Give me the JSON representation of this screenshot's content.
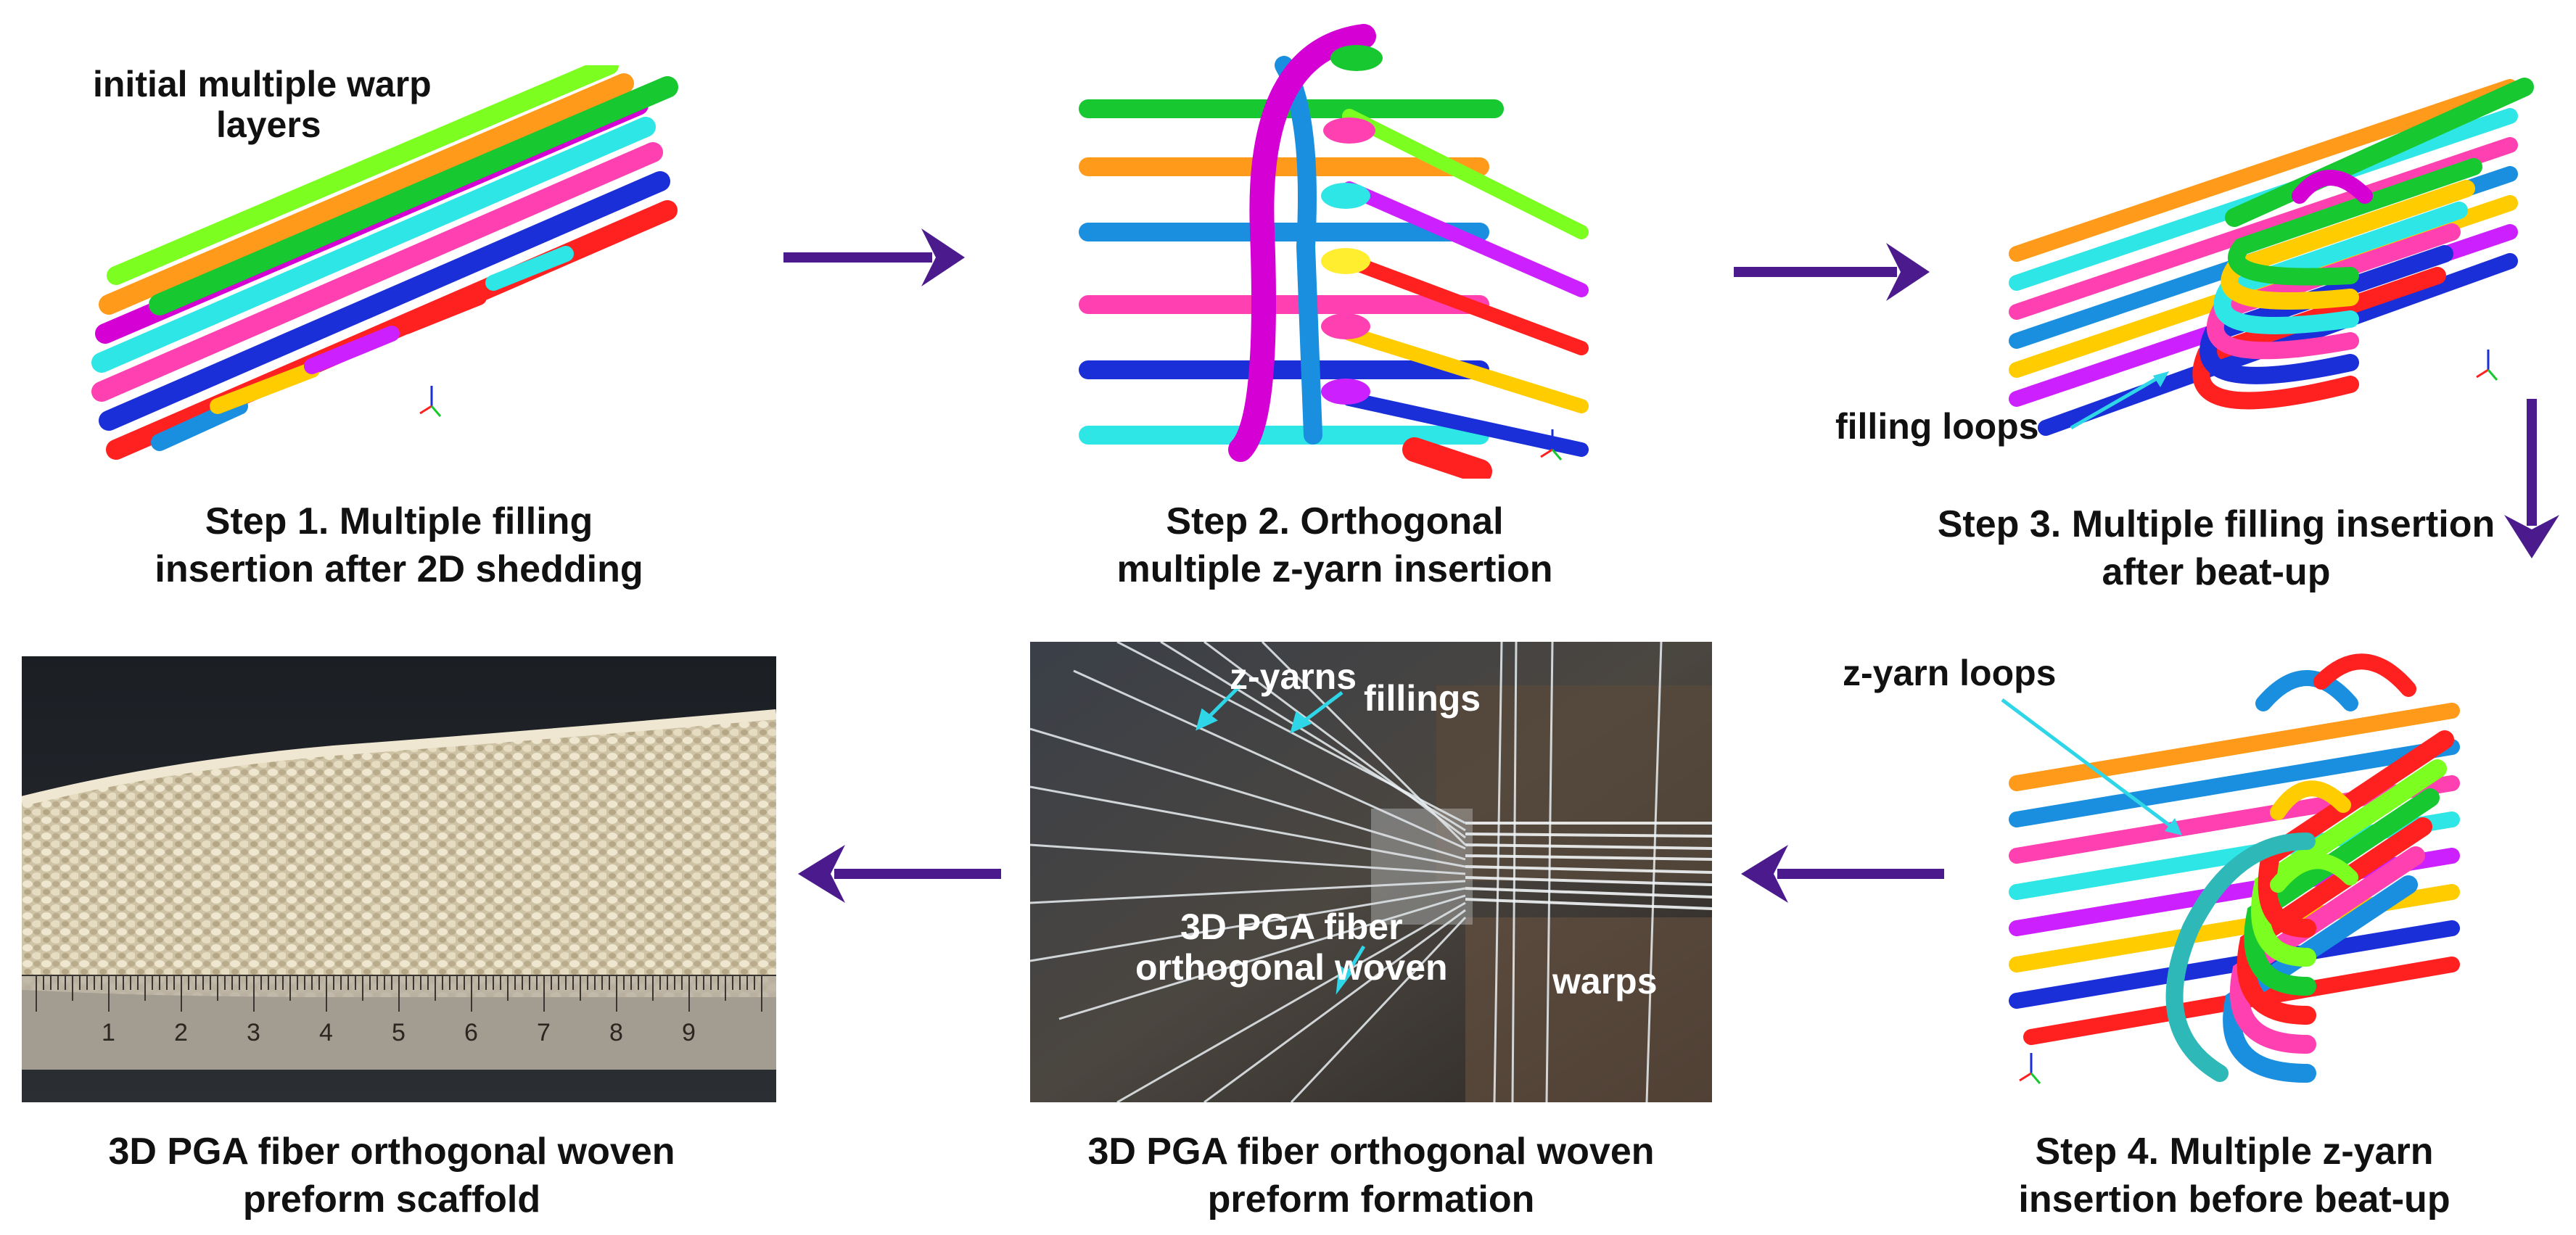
{
  "steps": {
    "step1": {
      "caption_line1": "Step 1. Multiple filling",
      "caption_line2": "insertion after 2D shedding",
      "annotation_line1": "initial multiple warp",
      "annotation_line2": "layers"
    },
    "step2": {
      "caption_line1": "Step 2. Orthogonal",
      "caption_line2": "multiple z-yarn insertion"
    },
    "step3": {
      "caption_line1": "Step 3. Multiple filling insertion",
      "caption_line2": "after beat-up",
      "annotation": "filling loops"
    },
    "step4": {
      "caption_line1": "Step 4. Multiple z-yarn",
      "caption_line2": "insertion before beat-up",
      "annotation": "z-yarn loops"
    },
    "formation": {
      "caption_line1": "3D PGA fiber orthogonal woven",
      "caption_line2": "preform formation",
      "label_zyarns": "z-yarns",
      "label_fillings": "fillings",
      "label_warps": "warps",
      "label_center_line1": "3D PGA fiber",
      "label_center_line2": "orthogonal woven"
    },
    "scaffold": {
      "caption_line1": "3D PGA fiber orthogonal woven",
      "caption_line2": "preform scaffold",
      "ruler_numbers": [
        "1",
        "2",
        "3",
        "4",
        "5",
        "6",
        "7",
        "8",
        "9"
      ]
    }
  },
  "colors": {
    "flow_arrow": "#4b1a8c",
    "annotation_pointer": "#2fd6e8",
    "yarn_palette": [
      "#ff2020",
      "#1a2fd8",
      "#ff40b0",
      "#2ee6e6",
      "#d400d4",
      "#ff9a1a",
      "#7cff20",
      "#1a8fe0",
      "#cc20ff",
      "#18c830"
    ]
  },
  "icons": {
    "axis_triad": "axis-triad-icon"
  }
}
